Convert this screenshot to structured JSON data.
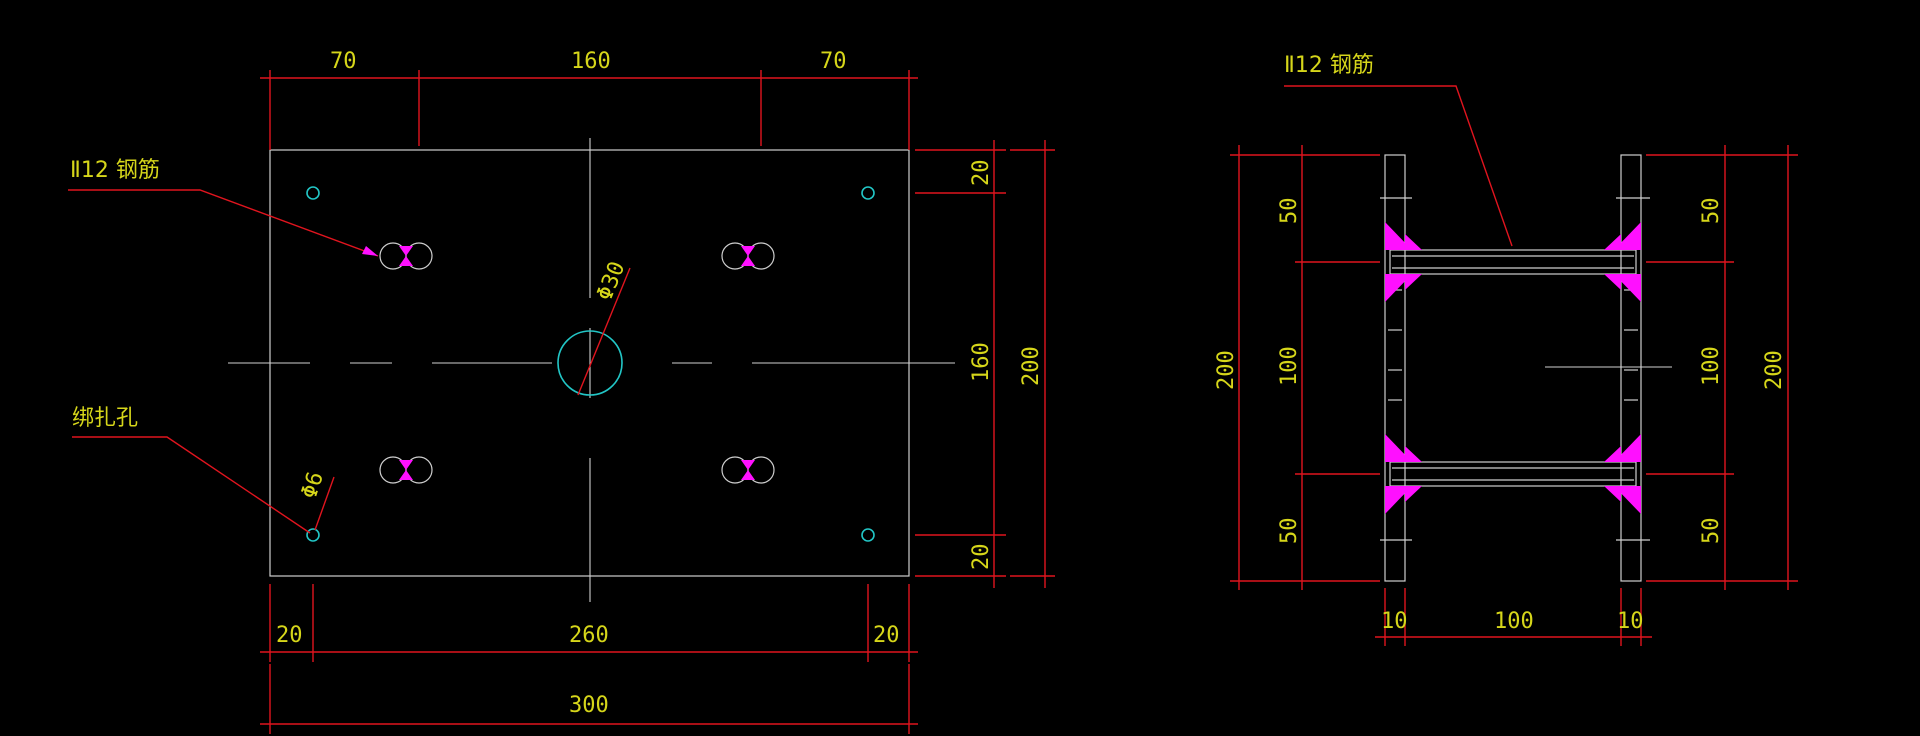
{
  "colors": {
    "background": "#000000",
    "dimension_line": "#e0141e",
    "outline": "#cfcfcf",
    "hole": "#22c6c6",
    "weld": "#ff10ff",
    "text": "#d6d61a"
  },
  "plan": {
    "top_dims": [
      "70",
      "160",
      "70"
    ],
    "bottom_dims": [
      "20",
      "260",
      "20"
    ],
    "overall_width": "300",
    "right_dims": [
      "20",
      "160",
      "20"
    ],
    "overall_height": "200",
    "rebar_label": "Ⅱ12 钢筋",
    "tie_hole_label": "绑扎孔",
    "center_hole_dim": "Φ30",
    "tie_hole_dim": "Φ6"
  },
  "section": {
    "rebar_label": "Ⅱ12 钢筋",
    "left_outer_dim": "200",
    "left_dims": [
      "50",
      "100",
      "50"
    ],
    "right_dims": [
      "50",
      "100",
      "50"
    ],
    "right_outer_dim": "200",
    "bottom_dims": [
      "10",
      "100",
      "10"
    ]
  }
}
